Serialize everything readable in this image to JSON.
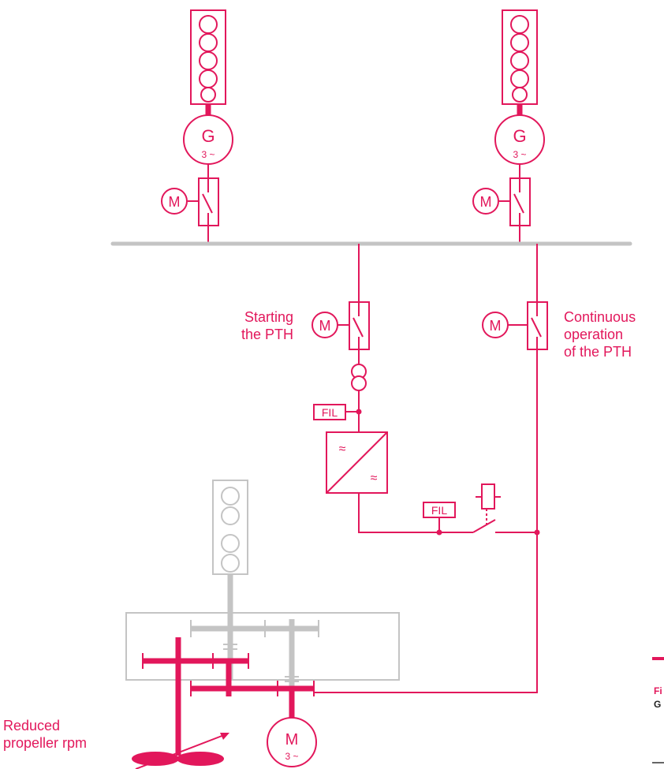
{
  "colors": {
    "accent": "#e2175b",
    "grey": "#c4c4c4",
    "text": "#222222"
  },
  "labels": {
    "generator_symbol": "G",
    "generator_phase": "3 ~",
    "motor_symbol": "M",
    "motor_phase": "3 ~",
    "filter": "FIL",
    "converter_in": "≈",
    "converter_out": "≈",
    "starting": "Starting\nthe PTH",
    "continuous": "Continuous\noperation\nof the PTH",
    "propeller": "Reduced\npropeller rpm"
  },
  "edge_text": {
    "fig_prefix": "Fi",
    "g_prefix": "G"
  }
}
